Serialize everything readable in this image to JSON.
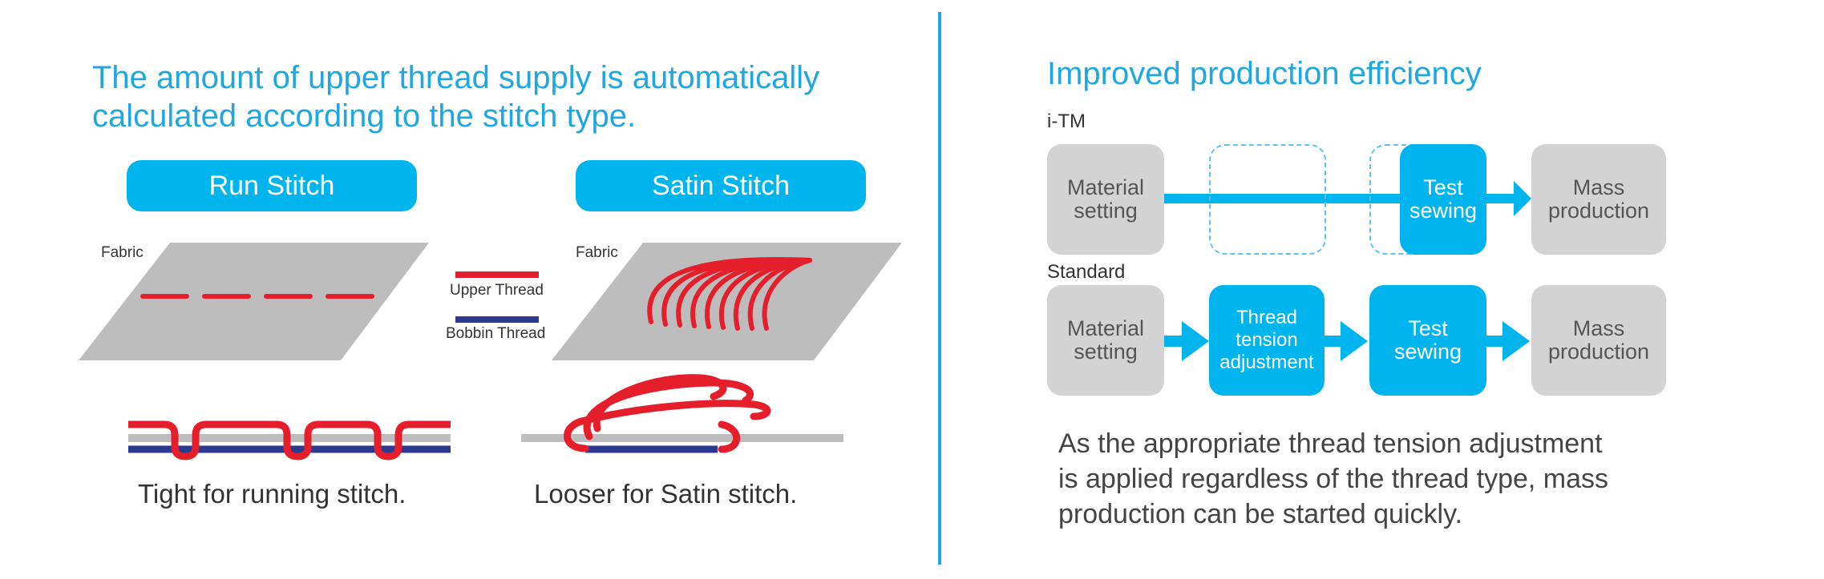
{
  "left": {
    "headline_line1": "The amount of upper thread supply is automatically",
    "headline_line2": "calculated according to the stitch type.",
    "run_stitch": {
      "label": "Run Stitch",
      "fabric_label": "Fabric",
      "caption": "Tight for running stitch."
    },
    "satin_stitch": {
      "label": "Satin Stitch",
      "fabric_label": "Fabric",
      "caption": "Looser for Satin stitch."
    },
    "legend": {
      "upper": "Upper Thread",
      "bobbin": "Bobbin Thread",
      "upper_color": "#e41e2a",
      "bobbin_color": "#2b3a8f"
    }
  },
  "right": {
    "headline": "Improved production efficiency",
    "itm": {
      "label": "i-TM",
      "steps": [
        "Material\nsetting",
        "Test\nsewing",
        "Mass\nproduction"
      ]
    },
    "standard": {
      "label": "Standard",
      "steps": [
        "Material\nsetting",
        "Thread\ntension\nadjustment",
        "Test\nsewing",
        "Mass\nproduction"
      ]
    },
    "note_lines": [
      "As the appropriate thread tension adjustment",
      "is applied regardless of the thread type, mass",
      "production can be started quickly."
    ]
  },
  "colors": {
    "accent": "#00b4ee",
    "headline": "#1ea7e1",
    "step_gray": "#d3d3d3",
    "fabric_gray": "#bdbdbd",
    "divider": "#1ea7e1"
  }
}
